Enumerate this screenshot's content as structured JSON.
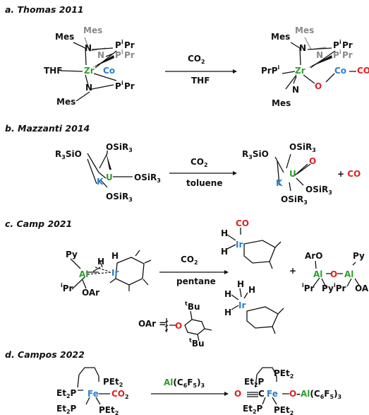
{
  "panels": {
    "a": {
      "heading": "a. Thomas 2011",
      "reagent": "CO",
      "reagent_sub": "2",
      "solvent": "THF"
    },
    "b": {
      "heading": "b. Mazzanti 2014",
      "reagent": "CO",
      "reagent_sub": "2",
      "solvent": "toluene",
      "byproduct": "+ CO"
    },
    "c": {
      "heading": "c. Camp 2021",
      "reagent": "CO",
      "reagent_sub": "2",
      "solvent": "pentane",
      "plus": "+",
      "oar_label": "OAr ="
    },
    "d": {
      "heading": "d. Campos 2022",
      "reagent_al": "Al",
      "reagent_rest": "(C",
      "reagent_f": "F"
    }
  },
  "atoms": {
    "mes": "Mes",
    "pipr": "P",
    "ipr_sup": "i",
    "pr": "Pr",
    "thf": "THF",
    "zr": "Zr",
    "co_metal": "Co",
    "n": "N",
    "o": "O",
    "co_ligand": "CO",
    "r3sio": "R",
    "sio": "SiO",
    "osi": "OSiR",
    "k": "K",
    "u": "U",
    "py": "Py",
    "al": "Al",
    "ir": "Ir",
    "h": "H",
    "oar": "OAr",
    "aro": "ArO",
    "tbu_sup": "t",
    "bu": "Bu",
    "fe": "Fe",
    "et2p": "Et",
    "pet": "PEt",
    "c": "C",
    "colors": {
      "zr": "#2f9e2f",
      "co": "#2a7fd0",
      "o": "#e02020",
      "grey": "#8a8a8a"
    }
  }
}
